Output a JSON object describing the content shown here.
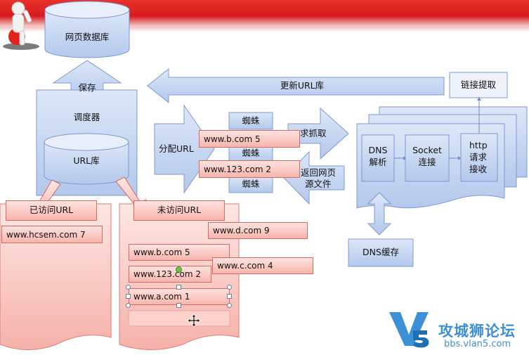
{
  "diagram": {
    "web_db": "网页数据库",
    "save": "保存",
    "scheduler": "调度器",
    "url_db": "URL库",
    "visited_url": "已访问URL",
    "unvisited_url": "未访问URL",
    "visited_entries": [
      "www.hcsem.com  7"
    ],
    "unvisited_entries": [
      "www.d.com  9",
      "www.b.com  5",
      "www.123.com  2",
      "www.c.com  4",
      "www.a.com  1"
    ],
    "update_url_db": "更新URL库",
    "link_extract": "链接提取",
    "dispatch_url": "分配URL",
    "spider": "蜘蛛",
    "spider_entries": [
      "www.b.com  5",
      "www.123.com  2"
    ],
    "request_fetch": "求抓取",
    "return_page_line1": "返回网页",
    "return_page_line2": "源文件",
    "dns_resolve_line1": "DNS",
    "dns_resolve_line2": "解析",
    "socket_line1": "Socket",
    "socket_line2": "连接",
    "http_line1": "http",
    "http_line2": "请求",
    "http_line3": "接收",
    "dns_cache": "DNS缓存"
  },
  "watermark": {
    "brand": "攻城狮论坛",
    "url": "bbs.vlan5.com"
  },
  "colors": {
    "top_bar": "#d7191c",
    "blue_shape": "#b8cdee",
    "pink_shape": "#f7b5ae"
  }
}
